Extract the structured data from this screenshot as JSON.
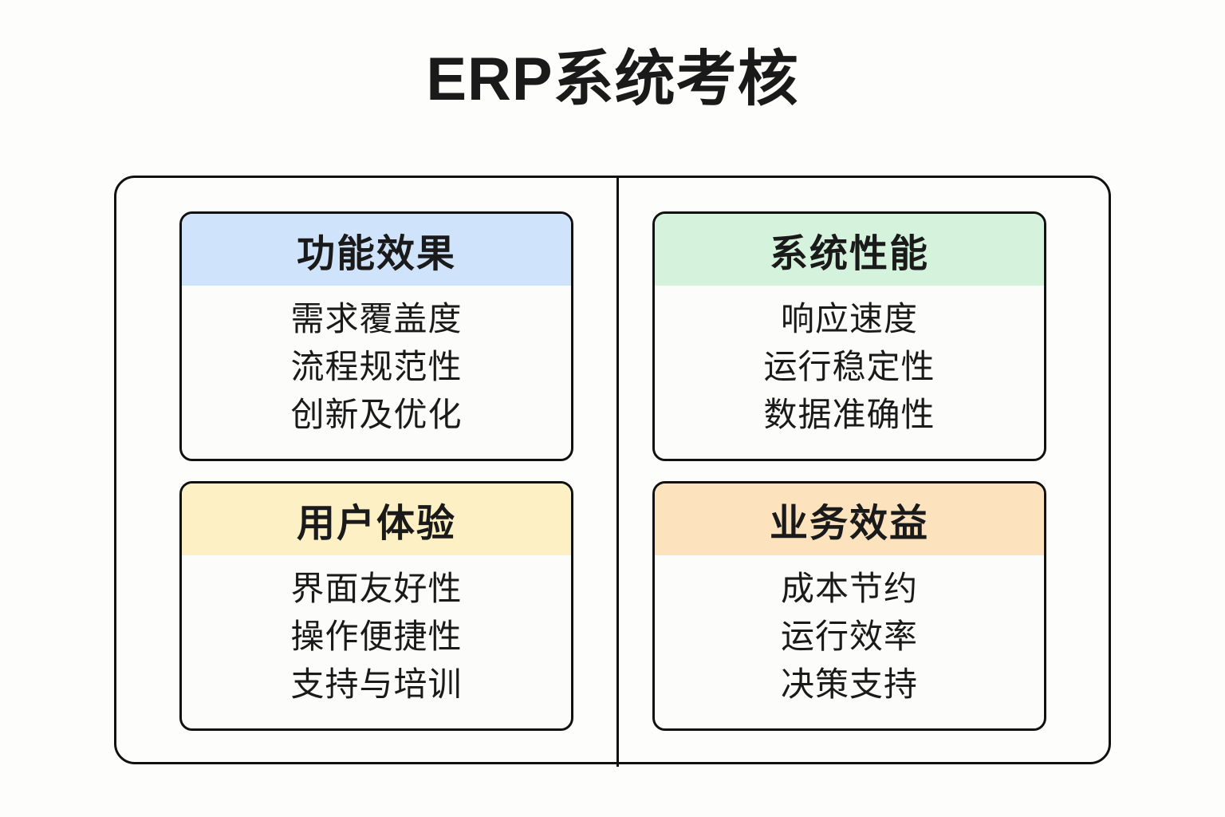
{
  "title": "ERP系统考核",
  "matrix": {
    "quadrants": [
      {
        "id": "q1",
        "header": "功能效果",
        "header_color": "#cfe3fa",
        "items": [
          "需求覆盖度",
          "流程规范性",
          "创新及优化"
        ]
      },
      {
        "id": "q2",
        "header": "系统性能",
        "header_color": "#d5f2dd",
        "items": [
          "响应速度",
          "运行稳定性",
          "数据准确性"
        ]
      },
      {
        "id": "q3",
        "header": "用户体验",
        "header_color": "#fdf0c4",
        "items": [
          "界面友好性",
          "操作便捷性",
          "支持与培训"
        ]
      },
      {
        "id": "q4",
        "header": "业务效益",
        "header_color": "#fce3bd",
        "items": [
          "成本节约",
          "运行效率",
          "决策支持"
        ]
      }
    ]
  }
}
